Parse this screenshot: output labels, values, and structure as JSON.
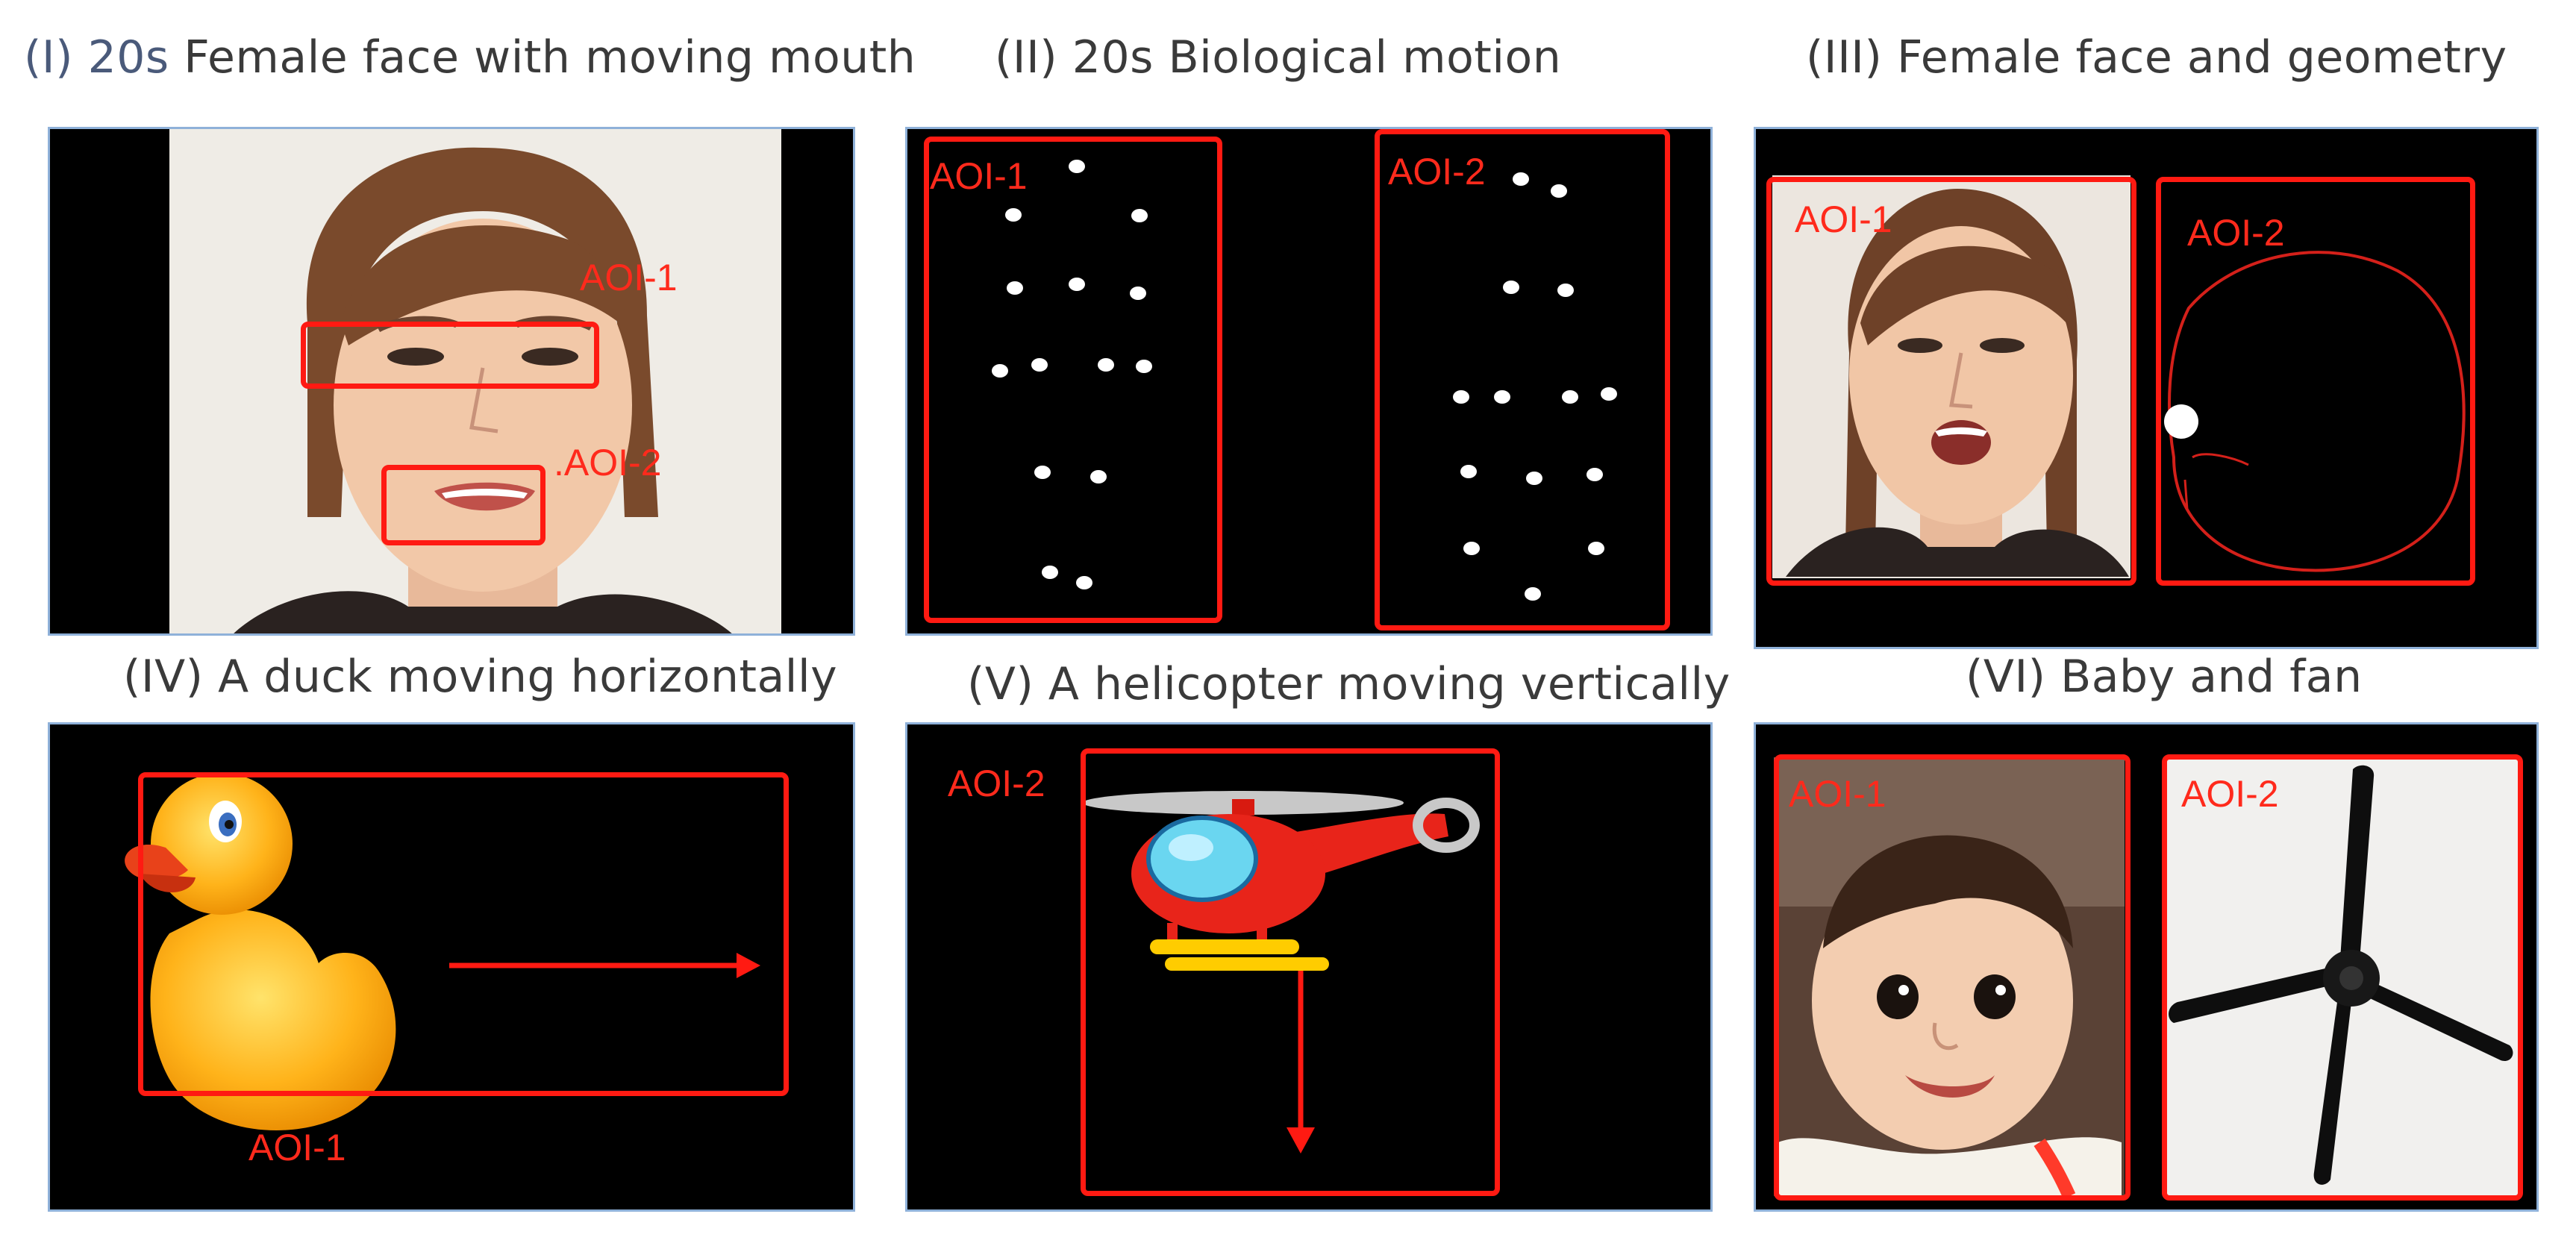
{
  "titles": {
    "p1": {
      "prefix": "(I) 20s",
      "rest": " Female face with moving mouth"
    },
    "p2": "(II) 20s Biological motion",
    "p3": "(III) Female face and geometry",
    "p4": "(IV) A duck moving horizontally",
    "p5": "(V) A helicopter moving vertically",
    "p6": "(VI) Baby and fan"
  },
  "labels": {
    "p1_aoi1": "AOI-1",
    "p1_aoi2": ".AOI-2",
    "p2_aoi1": "AOI-1",
    "p2_aoi2": "AOI-2",
    "p3_aoi1": "AOI-1",
    "p3_aoi2": "AOI-2",
    "p4_aoi1": "AOI-1",
    "p5_aoi2": "AOI-2",
    "p6_aoi1": "AOI-1",
    "p6_aoi2": "AOI-2"
  },
  "colors": {
    "aoi": "#ff1a12",
    "panel_bg": "#000000",
    "panel_border": "#8fb1d9",
    "title": "#3a3a3a"
  }
}
